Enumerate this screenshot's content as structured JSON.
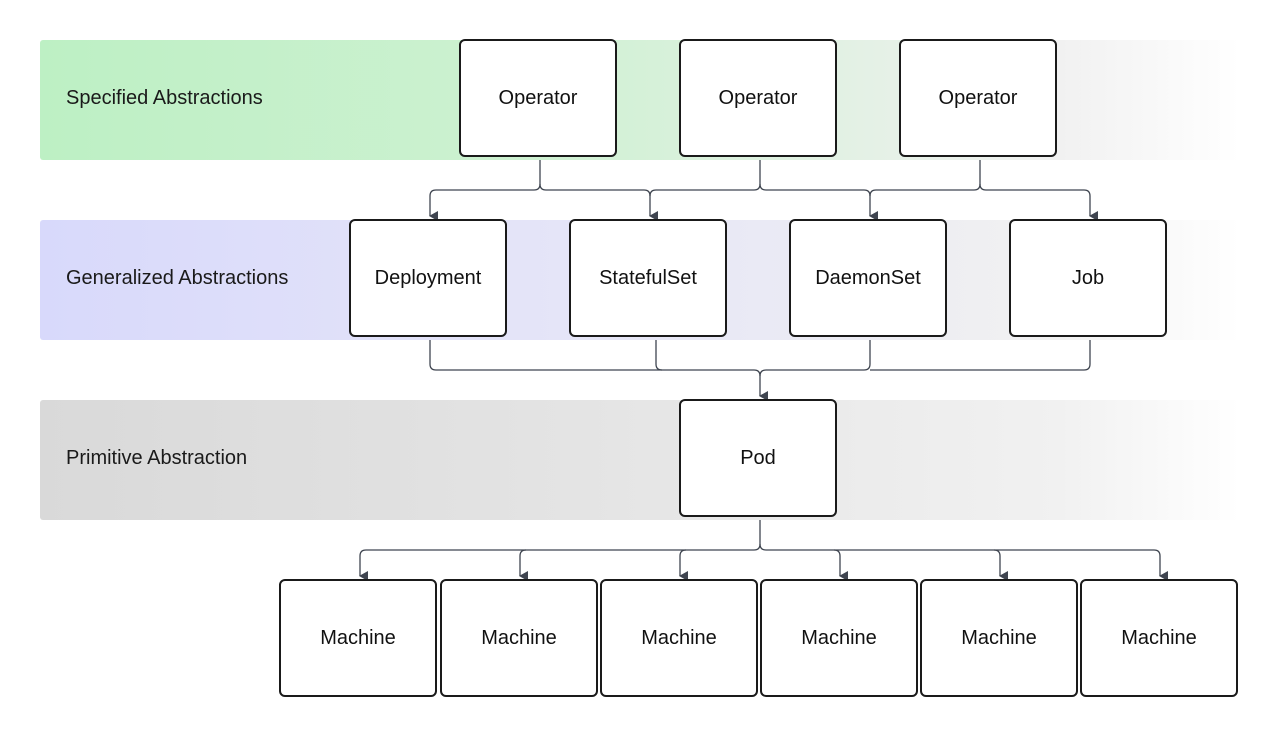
{
  "bands": {
    "specified": "Specified Abstractions",
    "generalized": "Generalized Abstractions",
    "primitive": "Primitive Abstraction"
  },
  "nodes": {
    "operators": [
      "Operator",
      "Operator",
      "Operator"
    ],
    "generalized": [
      "Deployment",
      "StatefulSet",
      "DaemonSet",
      "Job"
    ],
    "primitive": "Pod",
    "machines": [
      "Machine",
      "Machine",
      "Machine",
      "Machine",
      "Machine",
      "Machine"
    ]
  },
  "colors": {
    "edge": "#3f4550",
    "node_border": "#1a1a1a",
    "specified_band": "#bdf0c4",
    "generalized_band": "#d8d9fb",
    "primitive_band": "#d9d9d9"
  }
}
